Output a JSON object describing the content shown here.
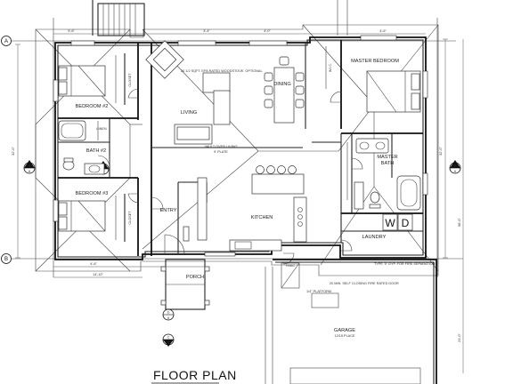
{
  "title": "FLOOR PLAN",
  "grid_markers": [
    "A",
    "B"
  ],
  "section_markers": [
    {
      "top": "A",
      "bottom": "6"
    },
    {
      "top": "A",
      "bottom": "6"
    },
    {
      "top": "A",
      "bottom": "6"
    },
    {
      "top": "D",
      "bottom": "6"
    },
    {
      "top": "C",
      "bottom": "6"
    }
  ],
  "rooms": {
    "bedroom2": "BEDROOM #2",
    "bedroom3": "BEDROOM #3",
    "bath2": "BATH #2",
    "living": "LIVING",
    "dining": "DINING",
    "kitchen": "KITCHEN",
    "entry": "ENTRY",
    "porch": "PORCH",
    "master_bedroom": "MASTER BEDROOM",
    "master_bath_1": "MASTER",
    "master_bath_2": "BATH",
    "laundry": "LAUNDRY",
    "garage": "GARAGE",
    "linen": "LINEN",
    "closet": "CLOSET",
    "wic": "W.I.C."
  },
  "appliances": {
    "washer": "W",
    "dryer": "D"
  },
  "notes": {
    "woodstove": "20 1/2 SQFT. EPA RATED WOODSTOVE. OPTIONAL",
    "vault": "VAULT OVER LIVING",
    "plate": "9' PLATE",
    "platform": "1/4\" PLATFORM",
    "garage_sub": "12/15 PLACE",
    "fire_door": "20 MIN. SELF CLOSING FIRE RATED DOOR",
    "firewall": "TYPE 'X' GYP. FOR FIRE SEPARATION",
    "hvac": "HVAC"
  },
  "dimensions": {
    "overall_left": "32'-0\"",
    "overall_right": "32'-0\"",
    "right_side": "58'-0\"",
    "garage_side": "24'-0\"",
    "bottom_left": "14'-10\"",
    "bottom_mid": "4'-8\"",
    "top_a": "9'-6\"",
    "top_b": "3'-4\"",
    "top_c": "4'-0\"",
    "top_d": "4'-6\""
  },
  "colors": {
    "ink": "#111111",
    "paper": "#ffffff"
  }
}
